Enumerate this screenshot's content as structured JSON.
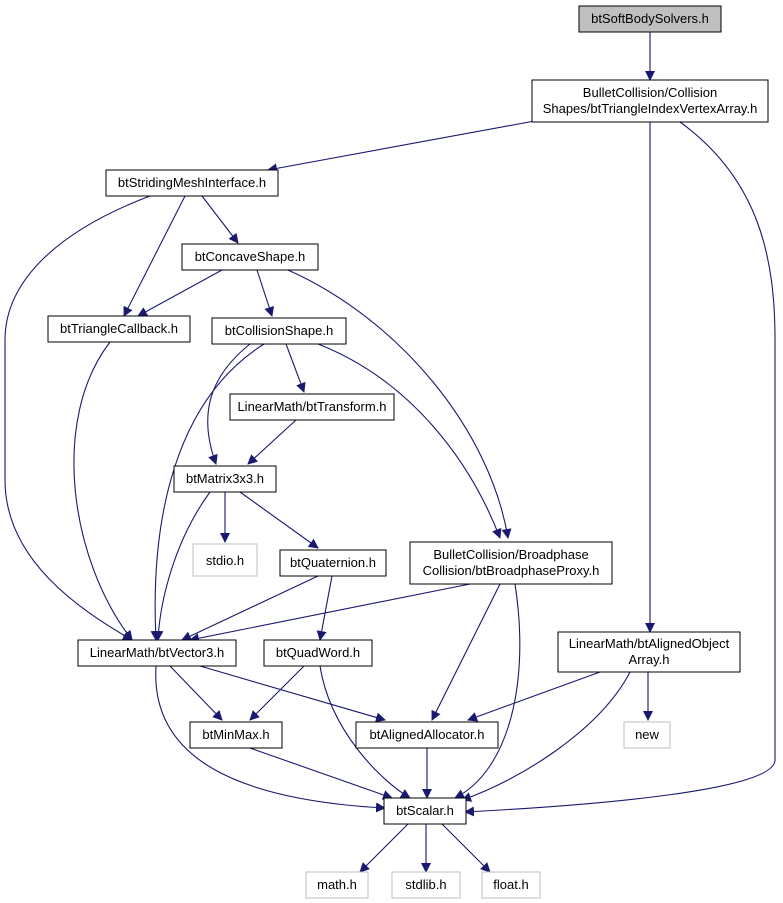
{
  "nodes": {
    "bt_soft_body_solvers": "btSoftBodySolvers.h",
    "bt_triangle_index_vertex_array": [
      "BulletCollision/Collision",
      "Shapes/btTriangleIndexVertexArray.h"
    ],
    "bt_striding_mesh_interface": "btStridingMeshInterface.h",
    "bt_concave_shape": "btConcaveShape.h",
    "bt_triangle_callback": "btTriangleCallback.h",
    "bt_collision_shape": "btCollisionShape.h",
    "bt_transform": "LinearMath/btTransform.h",
    "bt_matrix3x3": "btMatrix3x3.h",
    "stdio": "stdio.h",
    "bt_quaternion": "btQuaternion.h",
    "bt_broadphase_proxy": [
      "BulletCollision/Broadphase",
      "Collision/btBroadphaseProxy.h"
    ],
    "bt_vector3": "LinearMath/btVector3.h",
    "bt_quad_word": "btQuadWord.h",
    "bt_aligned_object_array": [
      "LinearMath/btAlignedObject",
      "Array.h"
    ],
    "bt_min_max": "btMinMax.h",
    "bt_aligned_allocator": "btAlignedAllocator.h",
    "new": "new",
    "bt_scalar": "btScalar.h",
    "math": "math.h",
    "stdlib": "stdlib.h",
    "float": "float.h"
  },
  "colors": {
    "edge": "#191970",
    "node_border": "#000000",
    "external_border": "#bfbfbf",
    "root_fill": "#bfbfbf"
  }
}
